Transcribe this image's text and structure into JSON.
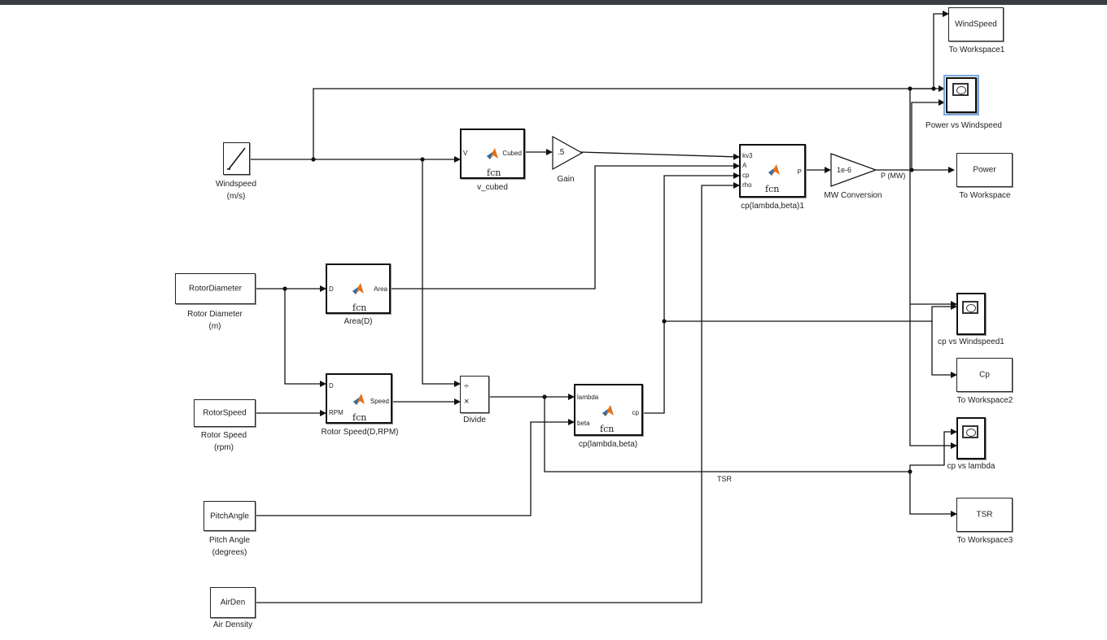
{
  "blocks": {
    "windspeed_ramp": {
      "caption": "Windspeed\n(m/s)"
    },
    "rotor_diameter": {
      "label": "RotorDiameter",
      "caption": "Rotor Diameter\n(m)"
    },
    "rotor_speed": {
      "label": "RotorSpeed",
      "caption": "Rotor  Speed\n(rpm)"
    },
    "pitch_angle": {
      "label": "PitchAngle",
      "caption": "Pitch Angle\n(degrees)"
    },
    "air_den": {
      "label": "AirDen",
      "caption": "Air Density"
    },
    "v_cubed": {
      "in": "V",
      "out": "Cubed",
      "fcn": "fcn",
      "caption": "v_cubed"
    },
    "gain": {
      "value": ".5",
      "caption": "Gain"
    },
    "area": {
      "in": "D",
      "out": "Area",
      "fcn": "fcn",
      "caption": "Area(D)"
    },
    "rotor_speed_fcn": {
      "in1": "D",
      "in2": "RPM",
      "out": "Speed",
      "fcn": "fcn",
      "caption": "Rotor Speed(D,RPM)"
    },
    "divide": {
      "op1": "÷",
      "op2": "×",
      "caption": "Divide"
    },
    "cp_lambda_beta": {
      "in1": "lambda",
      "in2": "beta",
      "out": "cp",
      "fcn": "fcn",
      "caption": "cp(lambda,beta)"
    },
    "cp_lambda_beta1": {
      "in1": "kv3",
      "in2": "A",
      "in3": "cp",
      "in4": "rho",
      "out": "P",
      "fcn": "fcn",
      "caption": "cp(lambda,beta)1"
    },
    "mw_conversion": {
      "value": "1e-6",
      "caption": "MW Conversion"
    },
    "to_ws1": {
      "label": "WindSpeed",
      "caption": "To Workspace1"
    },
    "scope_power": {
      "caption": "Power vs Windspeed"
    },
    "to_ws": {
      "label": "Power",
      "caption": "To Workspace"
    },
    "scope_cp": {
      "caption": "cp vs Windspeed1"
    },
    "to_ws2": {
      "label": "Cp",
      "caption": "To Workspace2"
    },
    "scope_lambda": {
      "caption": "cp vs lambda"
    },
    "to_ws3": {
      "label": "TSR",
      "caption": "To Workspace3"
    }
  },
  "signals": {
    "power_mw": "P (MW)",
    "tsr": "TSR"
  },
  "colors": {
    "wire": "#111111",
    "selection": "#7aa7e0",
    "matlab_logo": "#e2711d"
  }
}
